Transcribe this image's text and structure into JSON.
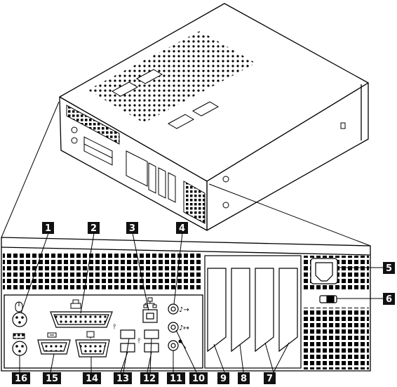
{
  "callouts": [
    {
      "id": "1",
      "label": "1"
    },
    {
      "id": "2",
      "label": "2"
    },
    {
      "id": "3",
      "label": "3"
    },
    {
      "id": "4",
      "label": "4"
    },
    {
      "id": "5",
      "label": "5"
    },
    {
      "id": "6",
      "label": "6"
    },
    {
      "id": "7",
      "label": "7"
    },
    {
      "id": "8",
      "label": "8"
    },
    {
      "id": "9",
      "label": "9"
    },
    {
      "id": "10",
      "label": "10"
    },
    {
      "id": "11",
      "label": "11"
    },
    {
      "id": "12",
      "label": "12"
    },
    {
      "id": "13",
      "label": "13"
    },
    {
      "id": "14",
      "label": "14"
    },
    {
      "id": "15",
      "label": "15"
    },
    {
      "id": "16",
      "label": "16"
    }
  ],
  "colors": {
    "ink": "#000000",
    "callout_bg": "#111111",
    "callout_text": "#ffffff",
    "paper": "#ffffff"
  },
  "icons": [
    "mouse-icon",
    "printer-icon",
    "ethernet-icon",
    "audio-line-in-icon",
    "audio-line-out-icon",
    "microphone-icon",
    "usb-icon",
    "monitor-icon",
    "serial-icon",
    "keyboard-icon"
  ]
}
